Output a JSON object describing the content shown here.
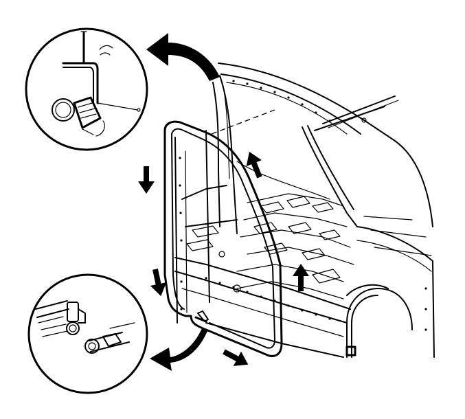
{
  "illustration": {
    "subject": "door-opening-weatherstrip-removal",
    "arrow_icon": "block-arrow-icon",
    "curved_arrow_icon": "curved-arrow-icon",
    "line_color": "#000000",
    "background_color": "#ffffff",
    "callouts": [
      {
        "id": "upper",
        "icon": "weatherstrip-end-detail-icon"
      },
      {
        "id": "lower",
        "icon": "weatherstrip-joint-detail-icon"
      }
    ]
  }
}
